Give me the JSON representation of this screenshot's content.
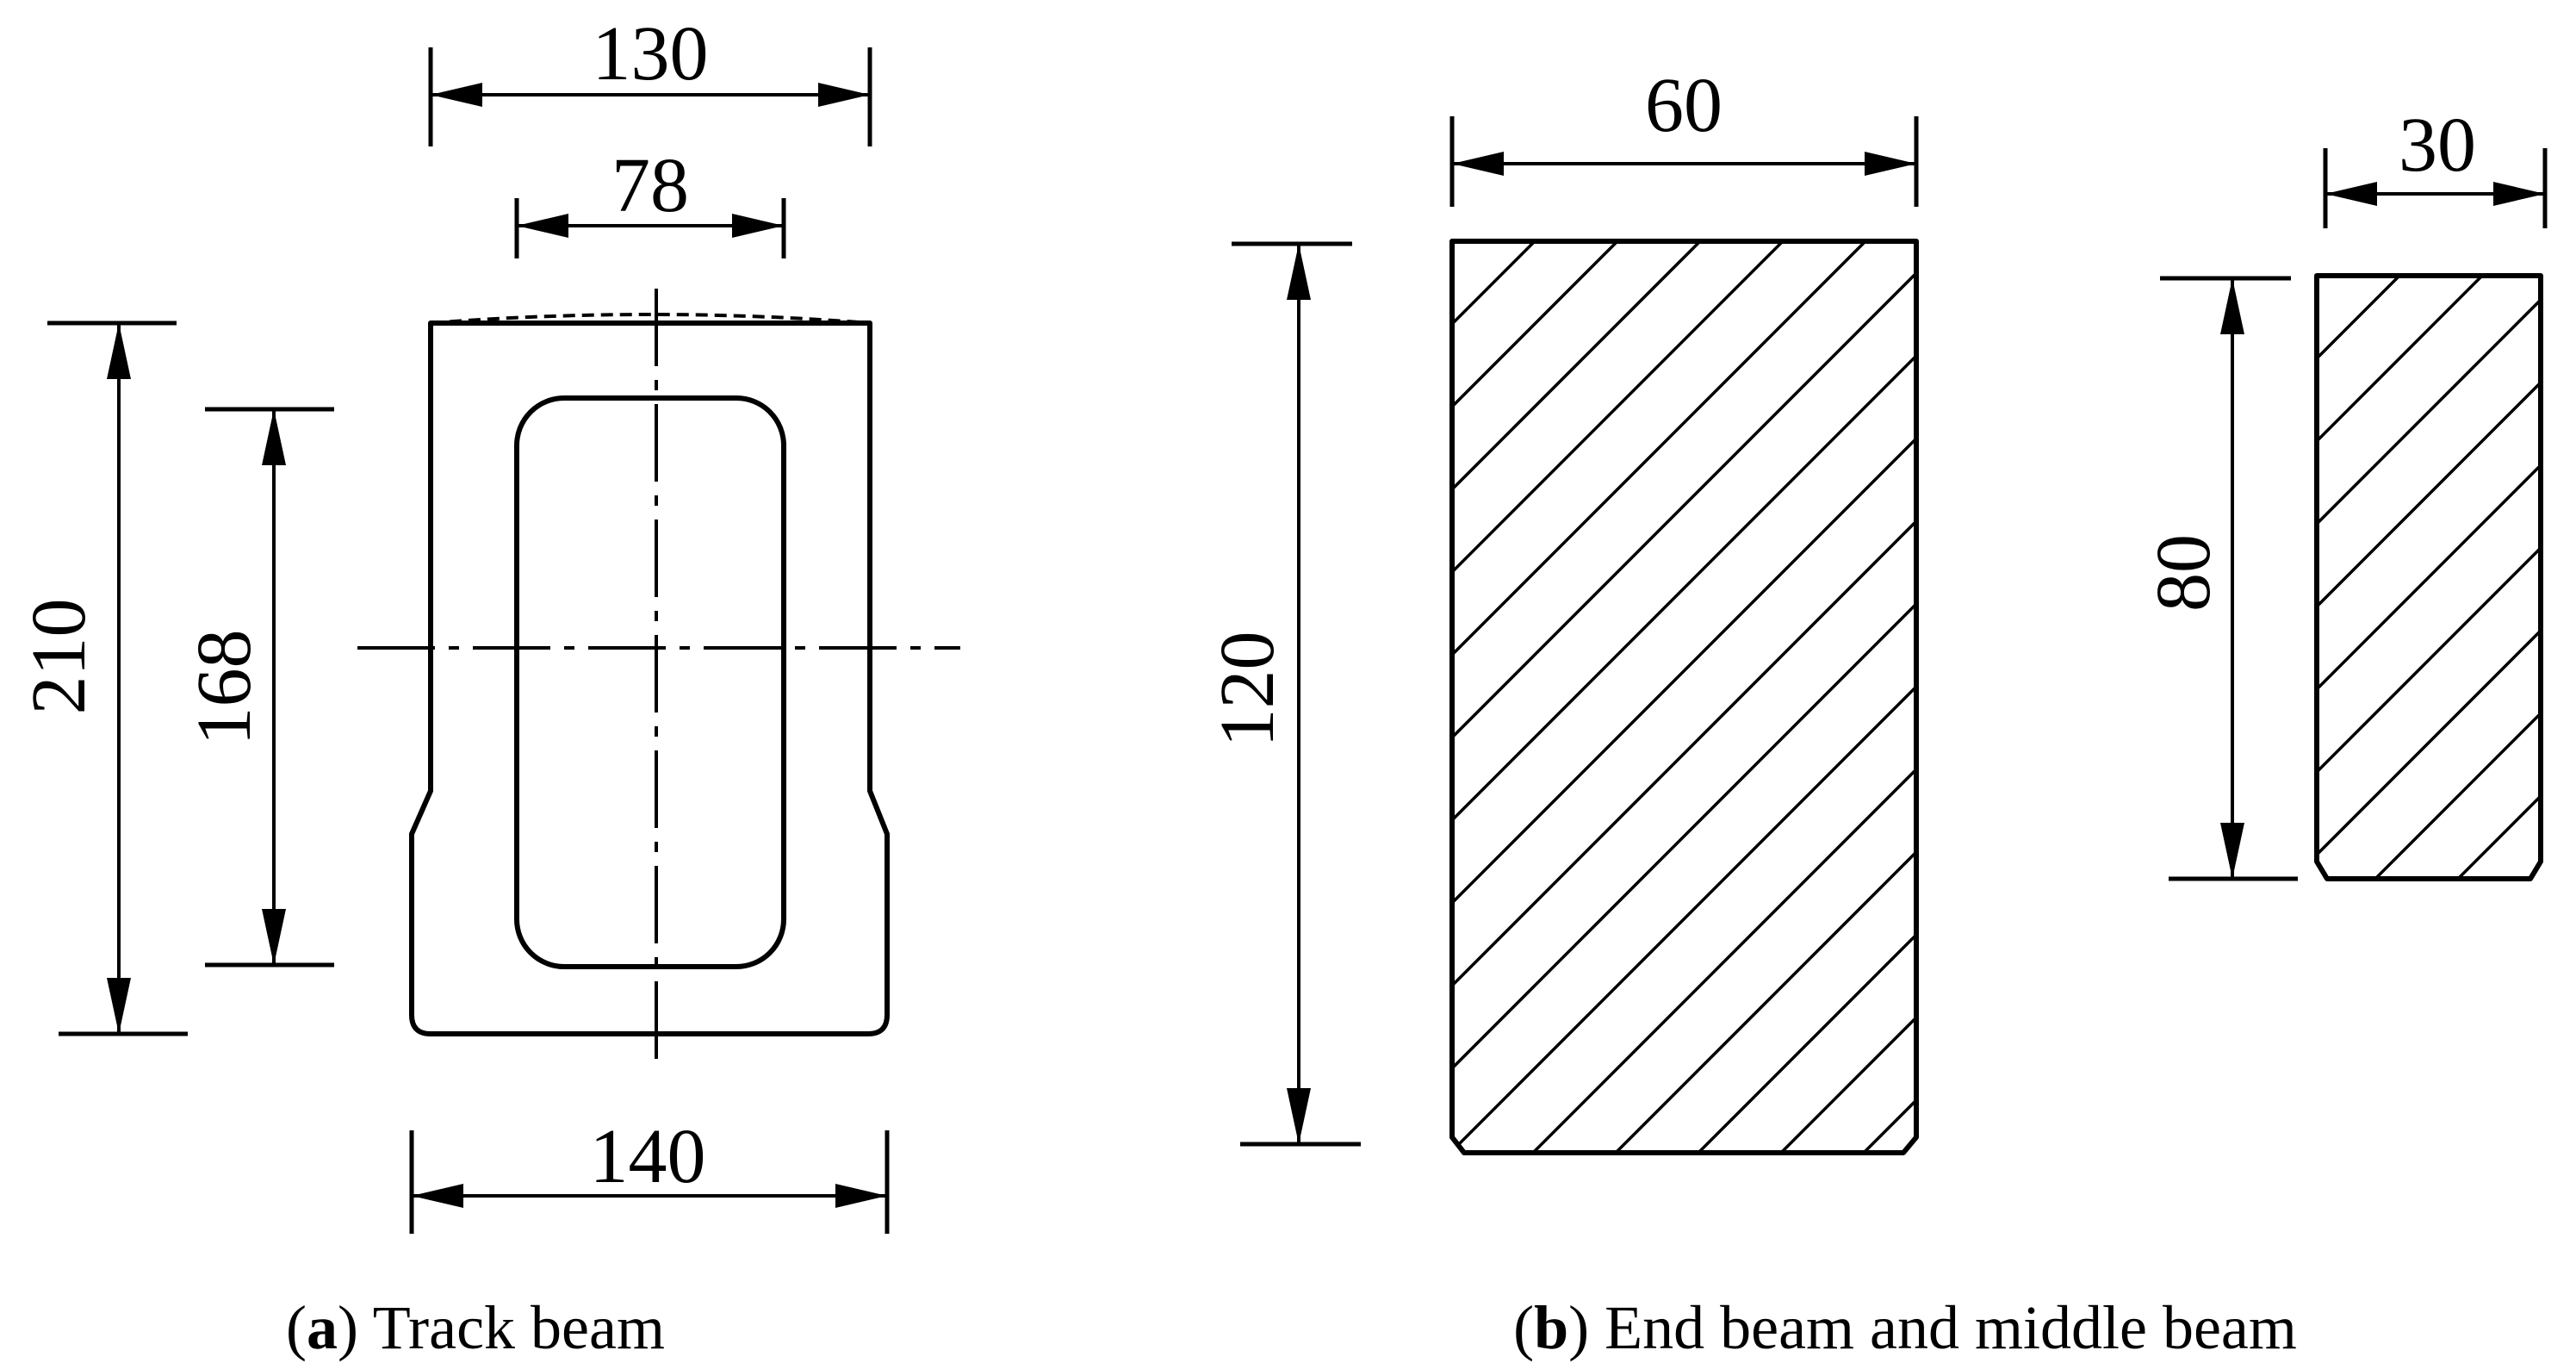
{
  "panel_a": {
    "dimensions": {
      "top_width": "130",
      "inner_width": "78",
      "total_height": "210",
      "inner_height": "168",
      "bottom_width": "140"
    },
    "caption": {
      "open": "(",
      "letter": "a",
      "close": ")",
      "text": " Track beam"
    }
  },
  "panel_b": {
    "dimensions": {
      "end_beam_width": "60",
      "end_beam_height": "120",
      "middle_beam_width": "30",
      "middle_beam_height": "80"
    },
    "caption": {
      "open": "(",
      "letter": "b",
      "close": ")",
      "text": " End beam and middle beam"
    }
  },
  "colors": {
    "line": "#000000",
    "background": "#ffffff"
  }
}
